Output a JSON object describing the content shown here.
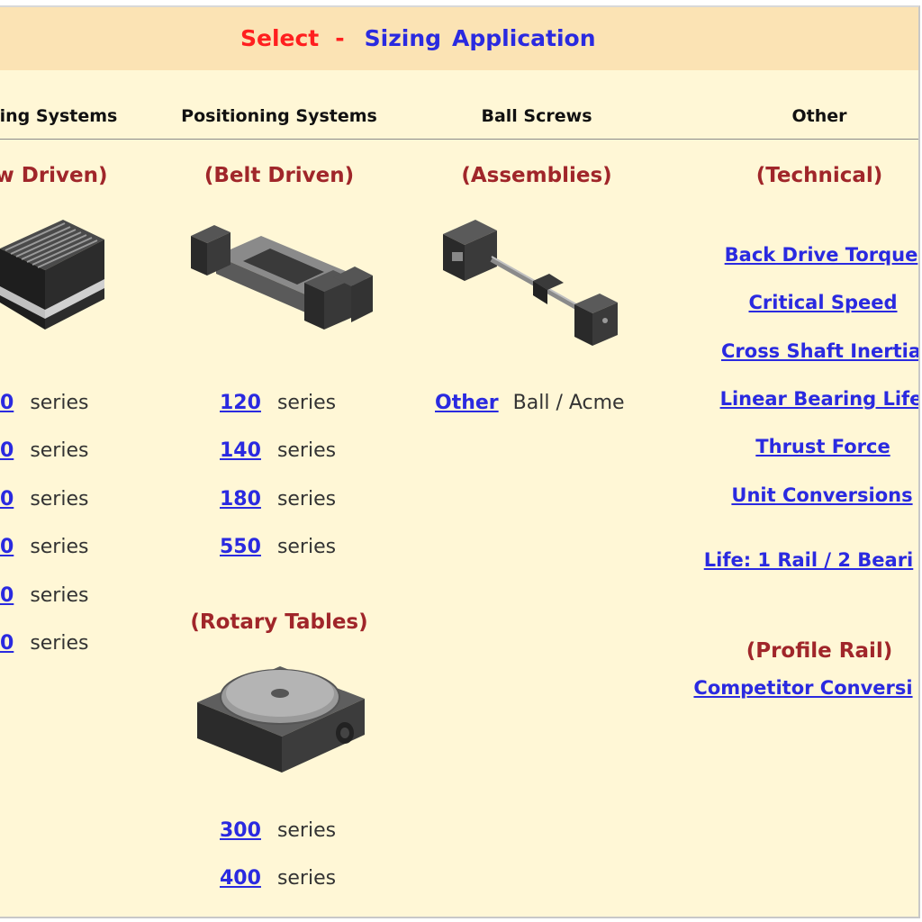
{
  "header": {
    "select": "Select",
    "dash": "-",
    "sizing": "Sizing",
    "application": "Application"
  },
  "columns": [
    "ing Systems",
    "Positioning Systems",
    "Ball Screws",
    "Other"
  ],
  "screw": {
    "subtitle": "w Driven)",
    "rows": [
      {
        "num": "0",
        "label": "series"
      },
      {
        "num": "0",
        "label": "series"
      },
      {
        "num": "0",
        "label": "series"
      },
      {
        "num": "0",
        "label": "series"
      },
      {
        "num": "0",
        "label": "series"
      },
      {
        "num": "0",
        "label": "series"
      }
    ]
  },
  "belt": {
    "subtitle": "(Belt Driven)",
    "rows": [
      {
        "num": "120",
        "label": "series"
      },
      {
        "num": "140",
        "label": "series"
      },
      {
        "num": "180",
        "label": "series"
      },
      {
        "num": "550",
        "label": "series"
      }
    ]
  },
  "rotary": {
    "subtitle": "(Rotary Tables)",
    "rows": [
      {
        "num": "300",
        "label": "series"
      },
      {
        "num": "400",
        "label": "series"
      }
    ]
  },
  "ballscrews": {
    "subtitle": "(Assemblies)",
    "other_link": "Other",
    "other_text": "Ball / Acme"
  },
  "technical": {
    "subtitle": "(Technical)",
    "links": [
      "Back Drive Torque",
      "Critical Speed",
      "Cross Shaft Inertia",
      "Linear Bearing Life",
      "Thrust Force",
      "Unit Conversions",
      "Life: 1 Rail / 2 Beari"
    ]
  },
  "profile": {
    "subtitle": "(Profile Rail)",
    "link": "Competitor Conversi"
  }
}
